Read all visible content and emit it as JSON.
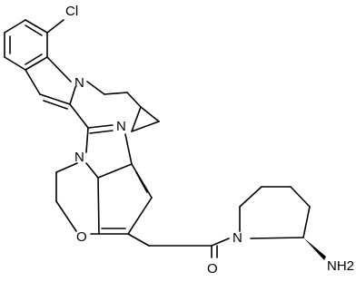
{
  "molecule": {
    "atom_labels": {
      "cl": "Cl",
      "n_indole": "N",
      "n_imidazole": "N",
      "n_fused": "N",
      "o_ring": "O",
      "o_carbonyl": "O",
      "n_piperidine": "N",
      "nh2": "NH2"
    }
  }
}
